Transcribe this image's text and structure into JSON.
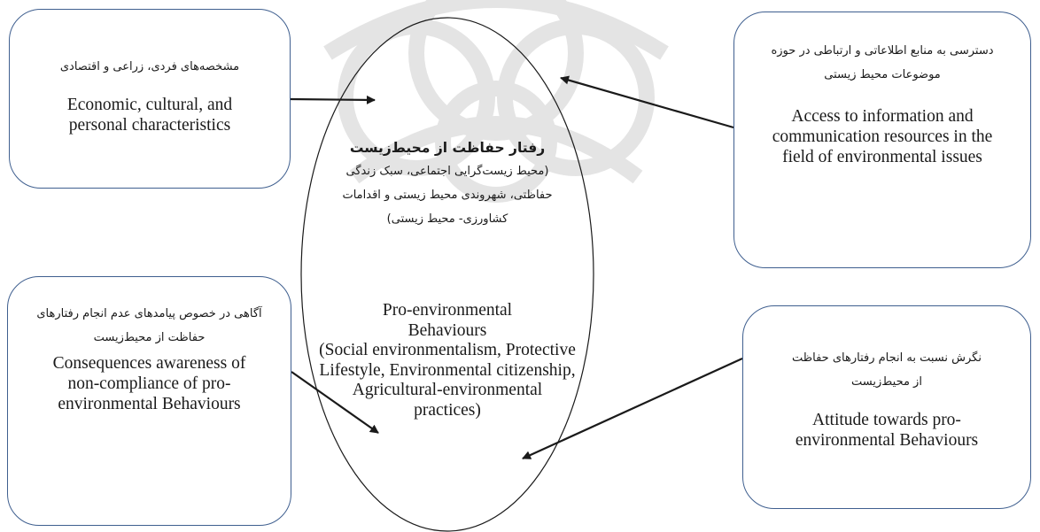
{
  "diagram": {
    "center": {
      "title_fa": "رفتار حفاظت از محیط‌زیست",
      "subtitle_fa": "(محیط زیست‌گرایی اجتماعی، سبک زندگی حفاظتی، شهروندی محیط زیستی و اقدامات کشاورزی- محیط زیستی)",
      "title_en": "Pro-environmental Behaviours",
      "subtitle_en": "(Social environmentalism, Protective Lifestyle, Environmental citizenship, Agricultural-environmental practices)"
    },
    "boxes": {
      "top_left": {
        "fa": "مشخصه‌های فردی، زراعی و اقتصادی",
        "en": "Economic, cultural, and personal characteristics"
      },
      "top_right": {
        "fa": "دسترسی به منابع اطلاعاتی و ارتباطی در حوزه موضوعات محیط زیستی",
        "en": "Access to information and communication resources in the field of environmental issues"
      },
      "bottom_left": {
        "fa": "آگاهی در خصوص پیامدهای عدم انجام رفتارهای حفاظت از محیط‌زیست",
        "en": "Consequences awareness of non-compliance of pro-environmental Behaviours"
      },
      "bottom_right": {
        "fa": "نگرش نسبت به انجام رفتارهای حفاظت از محیط‌زیست",
        "en": "Attitude towards pro-environmental Behaviours"
      }
    },
    "colors": {
      "box_border": "#3f5f8f",
      "arrow": "#1a1a1a",
      "ellipse": "#1a1a1a"
    }
  }
}
